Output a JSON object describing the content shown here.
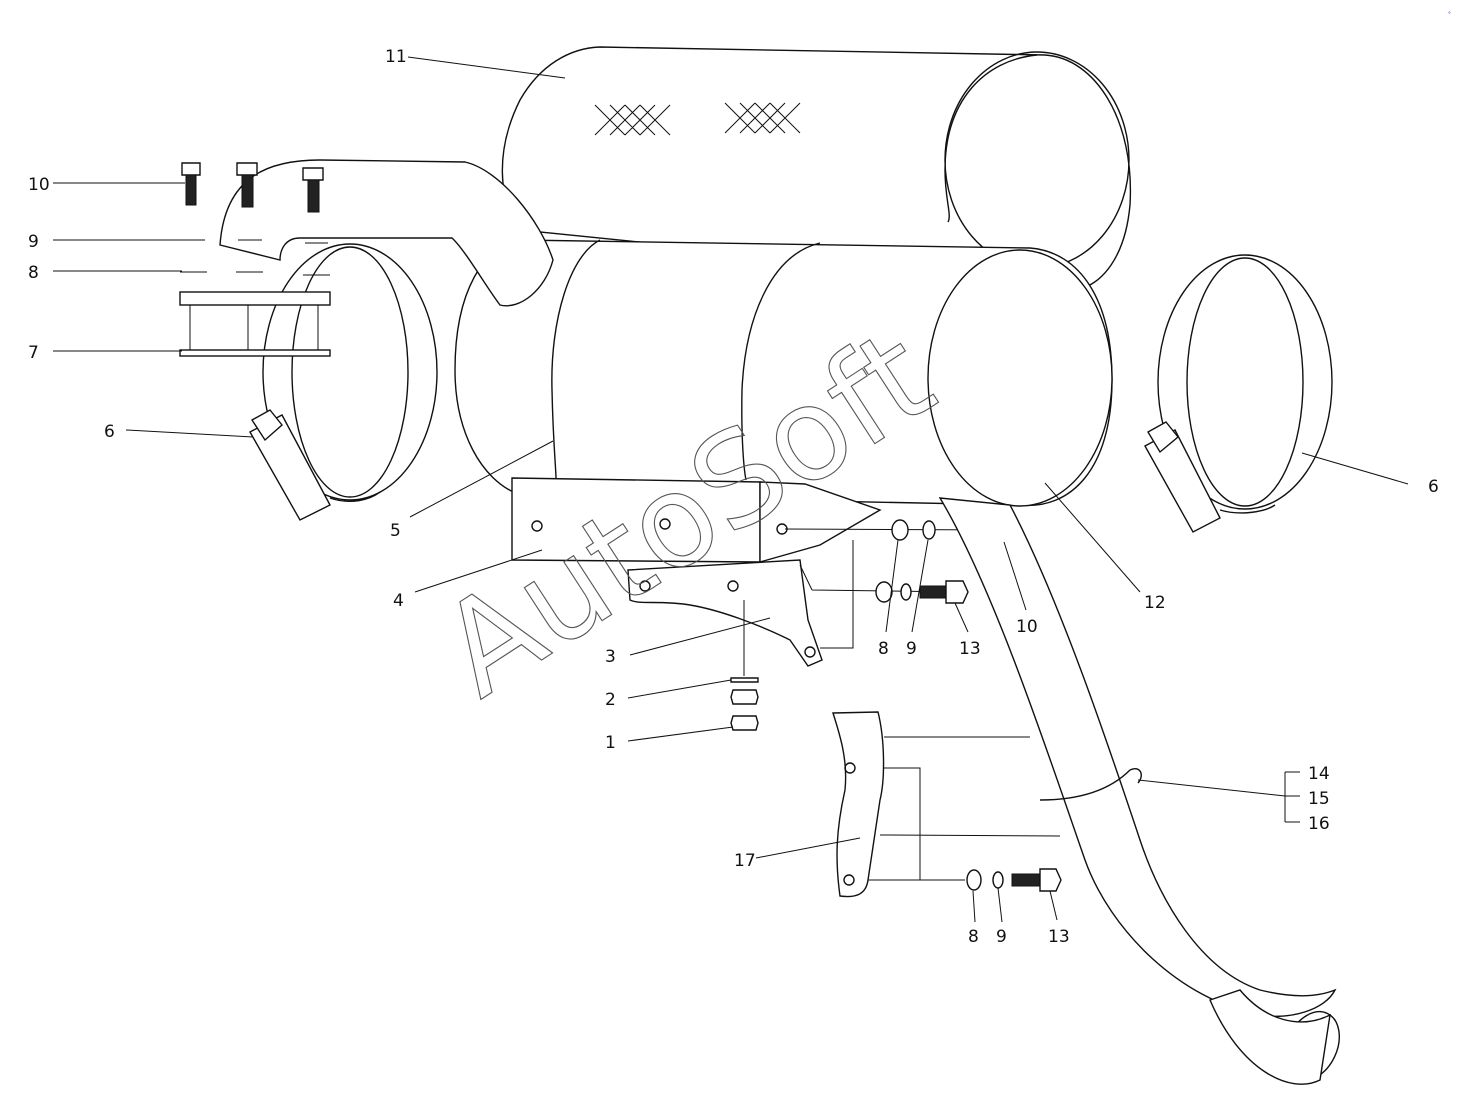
{
  "diagram": {
    "callouts": [
      "1",
      "2",
      "3",
      "4",
      "5",
      "6",
      "6",
      "7",
      "8",
      "8",
      "8",
      "9",
      "9",
      "9",
      "10",
      "10",
      "11",
      "12",
      "13",
      "13",
      "14",
      "15",
      "16",
      "17"
    ],
    "watermark": "AutoSoft",
    "corner_mark": "°"
  }
}
